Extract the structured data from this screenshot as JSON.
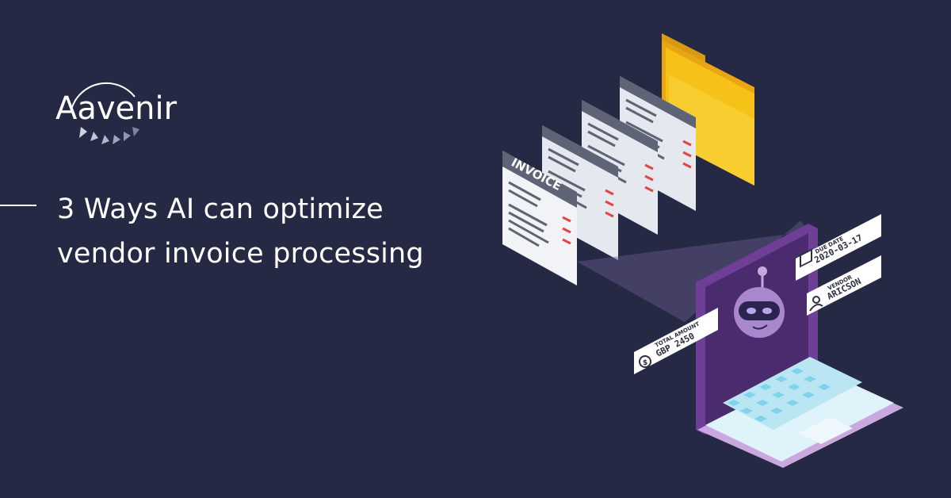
{
  "brand": {
    "name": "Aavenir"
  },
  "headline": {
    "line1": "3 Ways AI can optimize",
    "line2": "vendor invoice processing"
  },
  "invoice": {
    "title": "INVOICE"
  },
  "tags": {
    "due_date": {
      "label": "DUE DATE",
      "value": "2020-03-17",
      "icon": "calendar-icon"
    },
    "vendor": {
      "label": "VENDOR",
      "value": "ARICSON",
      "icon": "user-icon"
    },
    "total_amount": {
      "label": "TOTAL AMOUNT",
      "value": "GBP 2450",
      "icon": "money-bag-icon"
    }
  },
  "colors": {
    "background": "#262944",
    "folder": "#f6c218",
    "accent_purple": "#7b4ea6",
    "invoice_header": "#5e6475",
    "line_red": "#e04646"
  }
}
